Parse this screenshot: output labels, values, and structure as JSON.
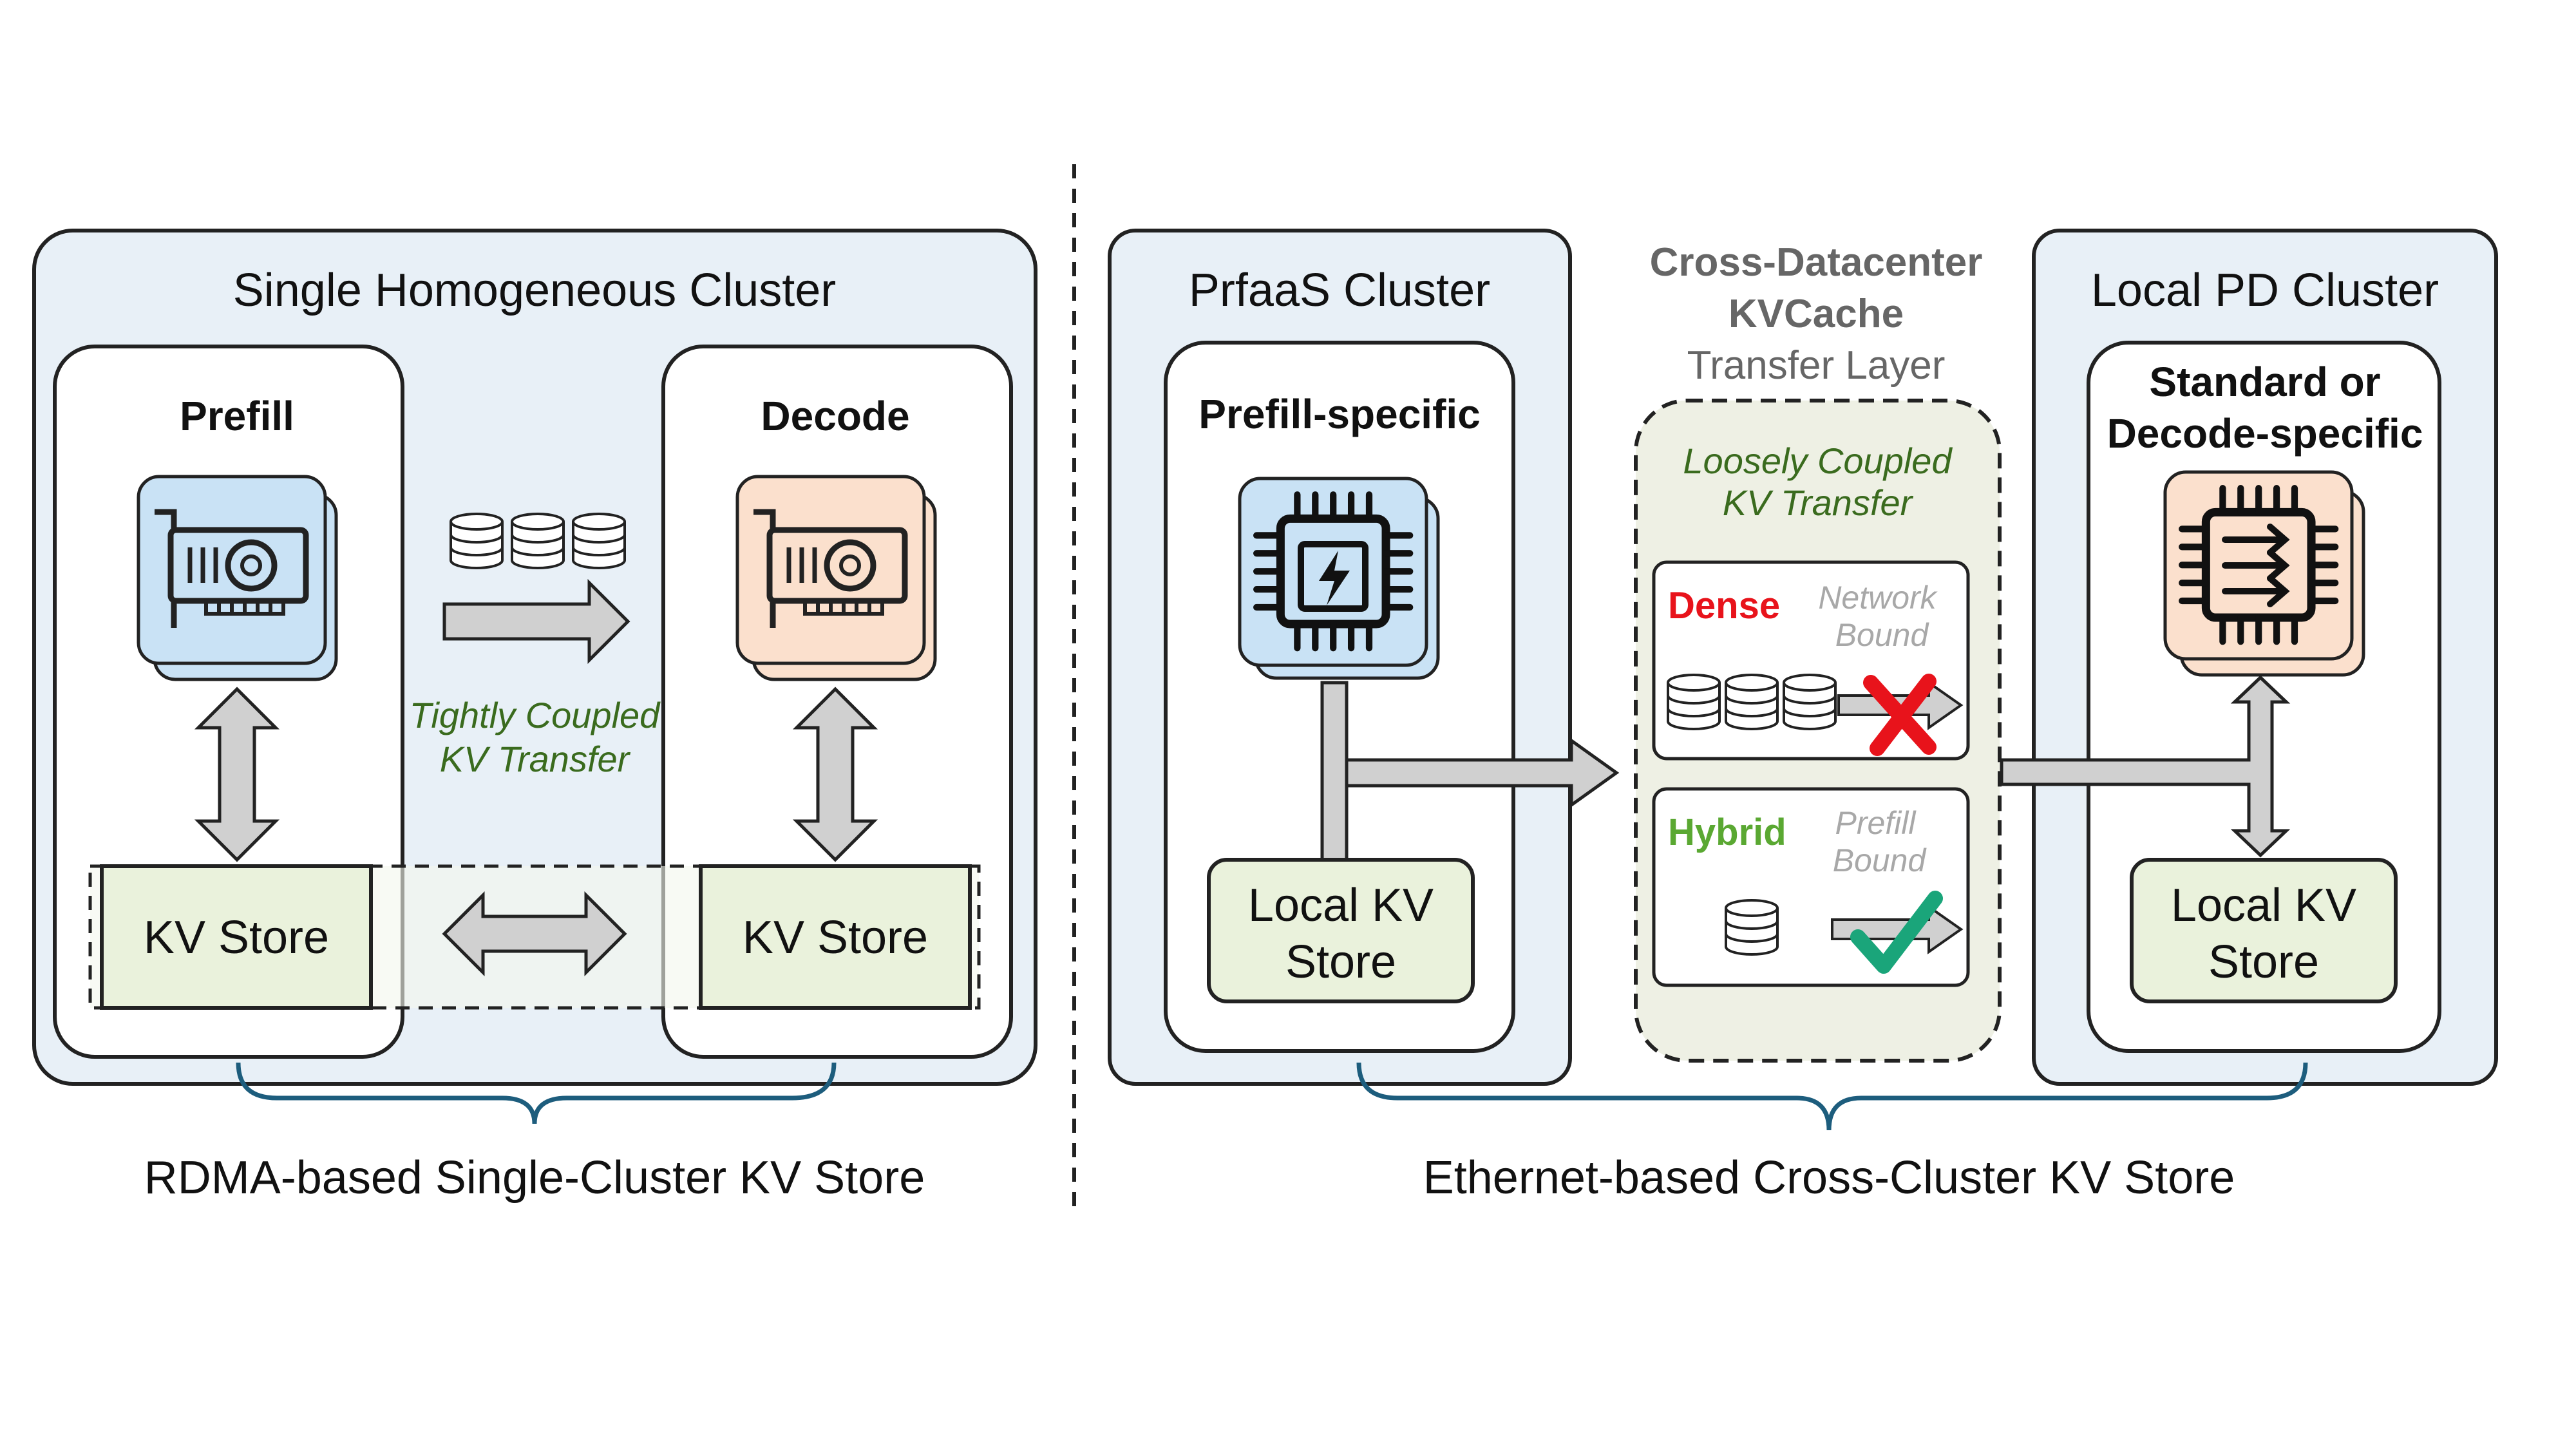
{
  "left": {
    "cluster_title": "Single Homogeneous Cluster",
    "prefill_label": "Prefill",
    "decode_label": "Decode",
    "transfer_label_1": "Tightly Coupled",
    "transfer_label_2": "KV Transfer",
    "kv_store_left": "KV Store",
    "kv_store_right": "KV Store",
    "bottom_caption": "RDMA-based Single-Cluster KV Store"
  },
  "right": {
    "prfaas_title": "PrfaaS Cluster",
    "prefill_specific_label": "Prefill-specific",
    "prfaas_kv_line1": "Local KV",
    "prfaas_kv_line2": "Store",
    "layer_title_line1": "Cross-Datacenter",
    "layer_title_line2": "KVCache",
    "layer_title_line3": "Transfer Layer",
    "loose_line1": "Loosely Coupled",
    "loose_line2": "KV Transfer",
    "dense_label": "Dense",
    "dense_note_line1": "Network",
    "dense_note_line2": "Bound",
    "hybrid_label": "Hybrid",
    "hybrid_note_line1": "Prefill",
    "hybrid_note_line2": "Bound",
    "local_pd_title": "Local PD Cluster",
    "standard_line1": "Standard or",
    "standard_line2": "Decode-specific",
    "local_kv_line1": "Local KV",
    "local_kv_line2": "Store",
    "bottom_caption": "Ethernet-based Cross-Cluster KV Store"
  },
  "colors": {
    "cluster_bg": "#e8f0f7",
    "blue_chip": "#c9e2f5",
    "orange_chip": "#fbe0cd",
    "kv_green": "#eaf2dc",
    "layer_bg": "#eef0e4",
    "green_text": "#3a6b1e",
    "dense_red": "#e8131b",
    "hybrid_green": "#5aa832",
    "check_teal": "#1aa57a",
    "brace_blue": "#1d5d7d",
    "arrow_gray": "#d0d0d0"
  }
}
